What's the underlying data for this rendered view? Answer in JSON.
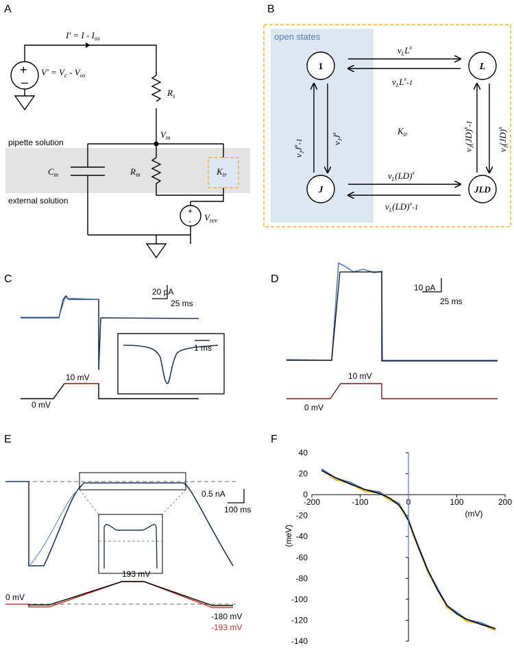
{
  "panels": {
    "A": {
      "label": "A",
      "current_label": "I' = I - I",
      "current_sub": "os",
      "voltage_label": "V' = V",
      "voltage_sub1": "c",
      "voltage_mid": " - V",
      "voltage_sub2": "os",
      "rs": "R",
      "rs_sub": "s",
      "vm": "V",
      "vm_sub": "m",
      "cm": "C",
      "cm_sub": "m",
      "rm": "R",
      "rm_sub": "m",
      "kir": "K",
      "kir_sub": "ir",
      "vrev": "V",
      "vrev_sub": "rev",
      "pipette": "pipette solution",
      "external": "external solution"
    },
    "B": {
      "label": "B",
      "open_states": "open states",
      "states": [
        "1",
        "L",
        "J",
        "JLD"
      ],
      "kir": "K",
      "kir_sub": "ir",
      "top_fwd": "v",
      "top_fwd_sub": "L",
      "top_fwd_main": "L",
      "top_fwd_sup": "x",
      "top_rev": "v",
      "top_rev_sub": "L",
      "top_rev_main": "L",
      "top_rev_sup": "x",
      "top_rev_tail": "-1",
      "bot_fwd": "v",
      "bot_fwd_sub": "L",
      "bot_fwd_main": "(LD)",
      "bot_fwd_sup": "x",
      "bot_rev": "v",
      "bot_rev_sub": "L",
      "bot_rev_main": "(LD)",
      "bot_rev_sup": "x",
      "bot_rev_tail": "-1",
      "left_down": "v",
      "left_down_sub": "J",
      "left_down_main": "J",
      "left_down_sup": "x",
      "left_up": "v",
      "left_up_sub": "J",
      "left_up_main": "J",
      "left_up_sup": "x",
      "left_up_tail": "-1",
      "right_up": "v",
      "right_up_sub": "J",
      "right_up_main": "(JD)",
      "right_up_sup": "x",
      "right_up_tail": "-1",
      "right_down": "v",
      "right_down_sub": "J",
      "right_down_main": "(JD)",
      "right_down_sup": "x"
    },
    "C": {
      "label": "C",
      "scale_y": "20 pA",
      "scale_x": "25 ms",
      "inset_scale": "1 ms",
      "v_high": "10 mV",
      "v_low": "0 mV"
    },
    "D": {
      "label": "D",
      "scale_y": "10 pA",
      "scale_x": "25 ms",
      "v_high": "10 mV",
      "v_low": "0 mV"
    },
    "E": {
      "label": "E",
      "scale_y": "0.5 nA",
      "scale_x": "100 ms",
      "v_zero": "0 mV",
      "v_peak": "193 mV",
      "v_m180": "-180 mV",
      "v_m193": "-193 mV"
    },
    "F": {
      "label": "F",
      "xlabel": "(mV)",
      "ylabel": "(meV)"
    }
  },
  "colors": {
    "trace_blue": "#4f7cbf",
    "dark_blue": "#1d3557",
    "red": "#c0392b",
    "orange": "#f0b429",
    "shade": "#dde6f3",
    "gray": "#e3e3e3",
    "yellow": "#e8b820"
  },
  "chart_data": {
    "type": "line",
    "title": "",
    "xlabel": "(mV)",
    "ylabel": "(meV)",
    "xlim": [
      -200,
      200
    ],
    "ylim": [
      -140,
      40
    ],
    "x_ticks": [
      -200,
      -100,
      0,
      100,
      200
    ],
    "y_ticks": [
      40,
      20,
      0,
      -20,
      -40,
      -60,
      -80,
      -100,
      -120,
      -140
    ],
    "series": [
      {
        "x": [
          -180,
          -150,
          -120,
          -90,
          -60,
          -40,
          -20,
          -10,
          0,
          10,
          20,
          40,
          60,
          80,
          100,
          120,
          150,
          180
        ],
        "values": [
          23,
          16,
          10,
          5,
          1,
          -3,
          -10,
          -16,
          -25,
          -37,
          -50,
          -72,
          -91,
          -106,
          -114,
          -119,
          -124,
          -128
        ]
      }
    ]
  }
}
